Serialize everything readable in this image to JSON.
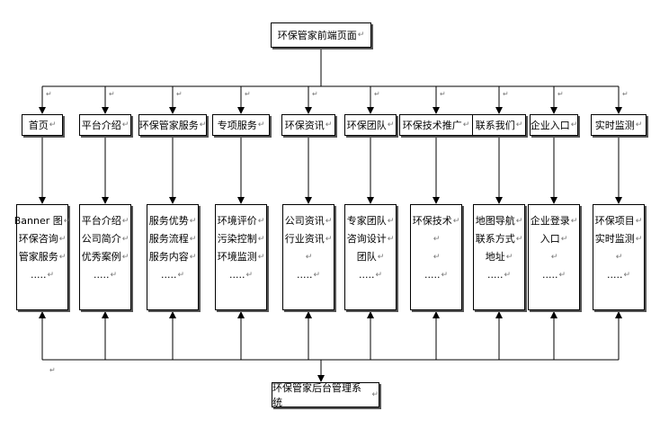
{
  "top_title": "环保管家前端页面",
  "bottom_title": "环保管家后台管理系统",
  "para_mark": "↵",
  "nav": [
    {
      "label": "首页",
      "items": [
        "Banner 图",
        "环保咨询",
        "管家服务",
        "....."
      ]
    },
    {
      "label": "平台介绍",
      "items": [
        "平台介绍",
        "公司简介",
        "优秀案例",
        "....."
      ]
    },
    {
      "label": "环保管家服务",
      "items": [
        "服务优势",
        "服务流程",
        "服务内容",
        "....."
      ]
    },
    {
      "label": "专项服务",
      "items": [
        "环境评价",
        "污染控制",
        "环境监测",
        "....."
      ]
    },
    {
      "label": "环保资讯",
      "items": [
        "公司资讯",
        "行业资讯",
        "",
        "....."
      ]
    },
    {
      "label": "环保团队",
      "items": [
        "专家团队",
        "咨询设计",
        "团队",
        "....."
      ]
    },
    {
      "label": "环保技术推广",
      "items": [
        "环保技术",
        "",
        "",
        "....."
      ]
    },
    {
      "label": "联系我们",
      "items": [
        "地图导航",
        "联系方式",
        "地址",
        "....."
      ]
    },
    {
      "label": "企业入口",
      "items": [
        "企业登录",
        "入口",
        "",
        "....."
      ]
    },
    {
      "label": "实时监测",
      "items": [
        "环保项目",
        "实时监测",
        "",
        "....."
      ]
    }
  ]
}
